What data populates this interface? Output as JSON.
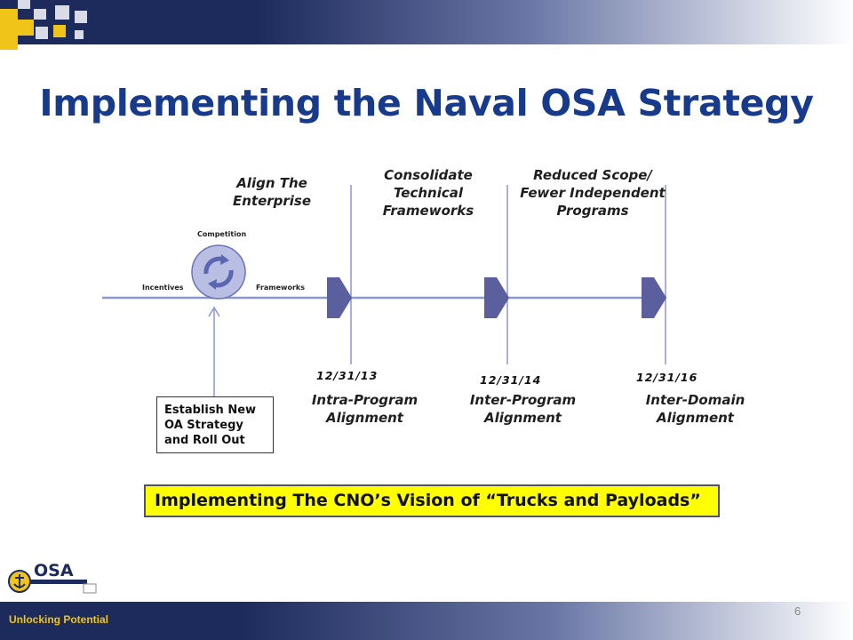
{
  "slide": {
    "title": "Implementing the Naval OSA Strategy",
    "footer": "Unlocking Potential",
    "page_number": "6",
    "logo_text": "OSA"
  },
  "diagram": {
    "stage0_title_line1": "Align The",
    "stage0_title_line2": "Enterprise",
    "cycle_labels": {
      "top": "Competition",
      "left": "Incentives",
      "right": "Frameworks"
    },
    "stage1_title_line1": "Consolidate",
    "stage1_title_line2": "Technical",
    "stage1_title_line3": "Frameworks",
    "stage2_title_line1": "Reduced Scope/",
    "stage2_title_line2": "Fewer Independent",
    "stage2_title_line3": "Programs",
    "milestones": [
      {
        "date": "12/31/13",
        "label_line1": "Intra-Program",
        "label_line2": "Alignment"
      },
      {
        "date": "12/31/14",
        "label_line1": "Inter-Program",
        "label_line2": "Alignment"
      },
      {
        "date": "12/31/16",
        "label_line1": "Inter-Domain",
        "label_line2": "Alignment"
      }
    ],
    "oa_box_line1": "Establish New",
    "oa_box_line2": "OA Strategy",
    "oa_box_line3": "and Roll Out",
    "banner": "Implementing The CNO’s Vision of “Trucks and Payloads”"
  },
  "colors": {
    "title": "#173a8c",
    "band_dark": "#1c2a5c",
    "accent_gold": "#f0c419",
    "timeline": "#8e96cf",
    "arrow": "#5b5f9e",
    "banner": "#ffff00"
  }
}
